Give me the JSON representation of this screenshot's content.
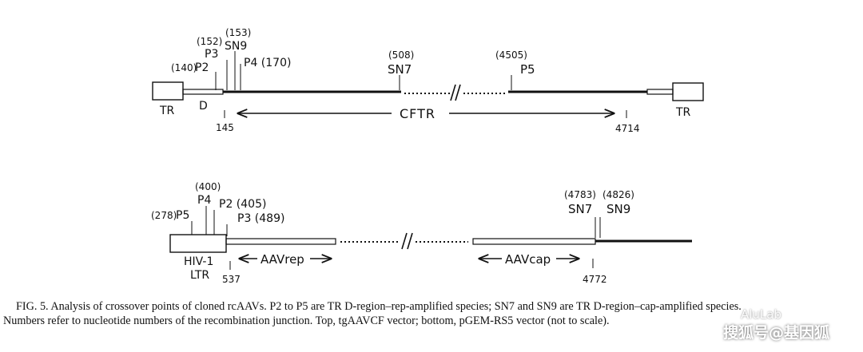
{
  "top": {
    "tr_left": "TR",
    "tr_right": "TR",
    "d_label": "D",
    "cftr_label": "CFTR",
    "p2": "P2",
    "p2_num": "(140)",
    "p3": "P3",
    "p3_num": "(152)",
    "sn9": "SN9",
    "sn9_num": "(153)",
    "p4": "P4 (170)",
    "sn7": "SN7",
    "sn7_num": "(508)",
    "p5": "P5",
    "p5_num": "(4505)",
    "pos_left": "145",
    "pos_right": "4714"
  },
  "bottom": {
    "hiv_line1": "HIV-1",
    "hiv_line2": "LTR",
    "aavrep": "AAVrep",
    "aavcap": "AAVcap",
    "p5": "P5",
    "p5_num": "(278)",
    "p4": "P4",
    "p4_num": "(400)",
    "p2": "P2 (405)",
    "p3": "P3 (489)",
    "sn7": "SN7",
    "sn7_num": "(4783)",
    "sn9": "SN9",
    "sn9_num": "(4826)",
    "pos_left": "537",
    "pos_right": "4772"
  },
  "caption": {
    "line1": "FIG. 5. Analysis of crossover points of cloned rcAAVs. P2 to P5 are TR D-region–rep-amplified species; SN7 and SN9 are TR D-region–cap-amplified species.",
    "line2": "Numbers refer to nucleotide numbers of the recombination junction. Top, tgAAVCF vector; bottom, pGEM-RS5 vector (not to scale)."
  },
  "watermark": {
    "top": "AluLab",
    "bottom": "搜狐号@基因狐"
  }
}
